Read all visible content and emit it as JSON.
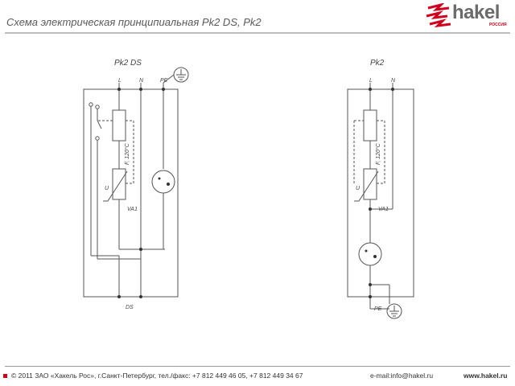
{
  "header": {
    "title": "Схема электрическая принципиальная Pk2 DS, Pk2"
  },
  "logo": {
    "word": "hakel",
    "sub": "РОССИЯ",
    "accent_color": "#d0001f"
  },
  "diagrams": {
    "left": {
      "title": "Pk2 DS",
      "terminal_l": "L",
      "terminal_n": "N",
      "terminal_pe": "PE",
      "fuse_label": "F, 120°C",
      "varistor_u": "U",
      "varistor_name": "VA1",
      "ds_label": "DS"
    },
    "right": {
      "title": "Pk2",
      "terminal_l": "L",
      "terminal_n": "N",
      "fuse_label": "F, 120°C",
      "varistor_u": "U",
      "varistor_name": "VA1",
      "pe_label": "PE"
    }
  },
  "footer": {
    "copyright": "© 2011 ЗАО «Хакель Рос», г.Санкт-Петербург, тел./факс: +7 812 449 46 05, +7 812 449 34 67",
    "email": "e-mail:info@hakel.ru",
    "site": "www.hakel.ru"
  }
}
